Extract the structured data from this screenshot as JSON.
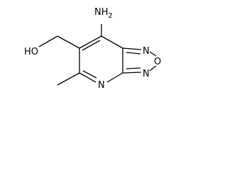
{
  "structure": {
    "atoms": {
      "amino": "NH2",
      "hydroxyl": "HO",
      "oxadiazole_n_top": "N",
      "oxadiazole_o": "O",
      "oxadiazole_n_bottom": "N",
      "pyridine_n": "N"
    }
  }
}
